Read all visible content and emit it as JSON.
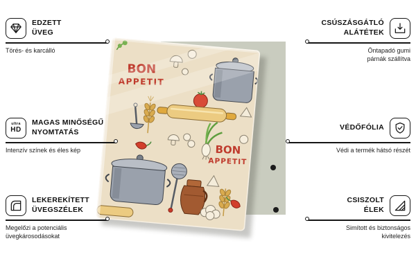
{
  "colors": {
    "accent_red": "#bf3b2d",
    "wall_sample": "#c9ccbf",
    "glass_background": "#ecdfc6",
    "line_black": "#151515"
  },
  "icons": {
    "ultra": "ultra",
    "hd": "HD"
  },
  "panel": {
    "print_text_1": {
      "line1": "BON",
      "line2": "APPETIT"
    },
    "print_text_2": {
      "line1": "BON",
      "line2": "APPETIT"
    }
  },
  "callouts": [
    {
      "id": "tempered-glass",
      "side": "left",
      "icon": "diamond-icon",
      "title": "EDZETT\nÜVEG",
      "desc": "Törés- és karcálló"
    },
    {
      "id": "antislip-pads",
      "side": "right",
      "icon": "antislip-underlay-icon",
      "title": "CSÚSZÁSGÁTLÓ\nALÁTÉTEK",
      "desc": "Öntapadó gumi\npárnák szállítva"
    },
    {
      "id": "high-quality-print",
      "side": "left",
      "icon": "ultra-hd-icon",
      "title": "MAGAS MINŐSÉGŰ\nNYOMTATÁS",
      "desc": "Intenzív színek és éles kép"
    },
    {
      "id": "protective-film",
      "side": "right",
      "icon": "shield-check-icon",
      "title": "VÉDŐFÓLIA",
      "desc": "Védi a termék hátsó részét"
    },
    {
      "id": "rounded-glass-edges",
      "side": "left",
      "icon": "rounded-corner-icon",
      "title": "LEKEREKÍTETT\nÜVEGSZÉLEK",
      "desc": "Megelőzi a potenciális\nüvegkárosodásokat"
    },
    {
      "id": "polished-edges",
      "side": "right",
      "icon": "polished-edge-icon",
      "title": "CSISZOLT\nÉLEK",
      "desc": "Simított és biztonságos\nkivitelezés"
    }
  ]
}
